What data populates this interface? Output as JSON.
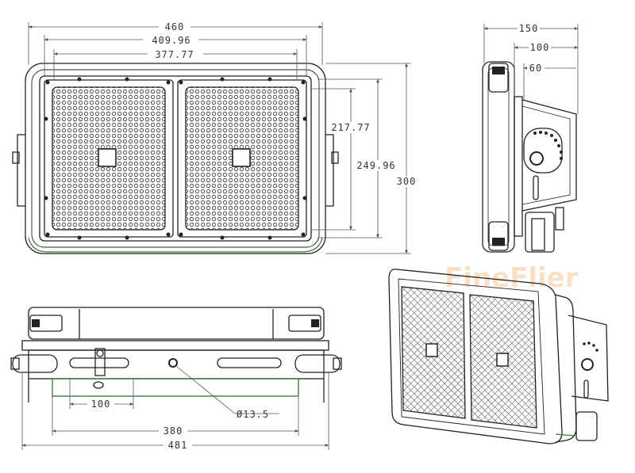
{
  "front_view": {
    "width_overall": "460",
    "width_mid": "409.96",
    "width_inner": "377.77",
    "height_panel": "217.77",
    "height_mid": "249.96",
    "height_overall": "300"
  },
  "side_view": {
    "depth_overall": "150",
    "depth_mid": "100",
    "depth_bracket": "60"
  },
  "bottom_view": {
    "hole_spacing": "100",
    "bracket_width": "380",
    "overall_width": "481",
    "hole_diameter": "Ø13.5"
  },
  "watermark": "FineFlier",
  "colors": {
    "line": "#222222",
    "dim": "#555555",
    "accent_green": "#2f7a2f",
    "watermark": "#f3c79a"
  }
}
